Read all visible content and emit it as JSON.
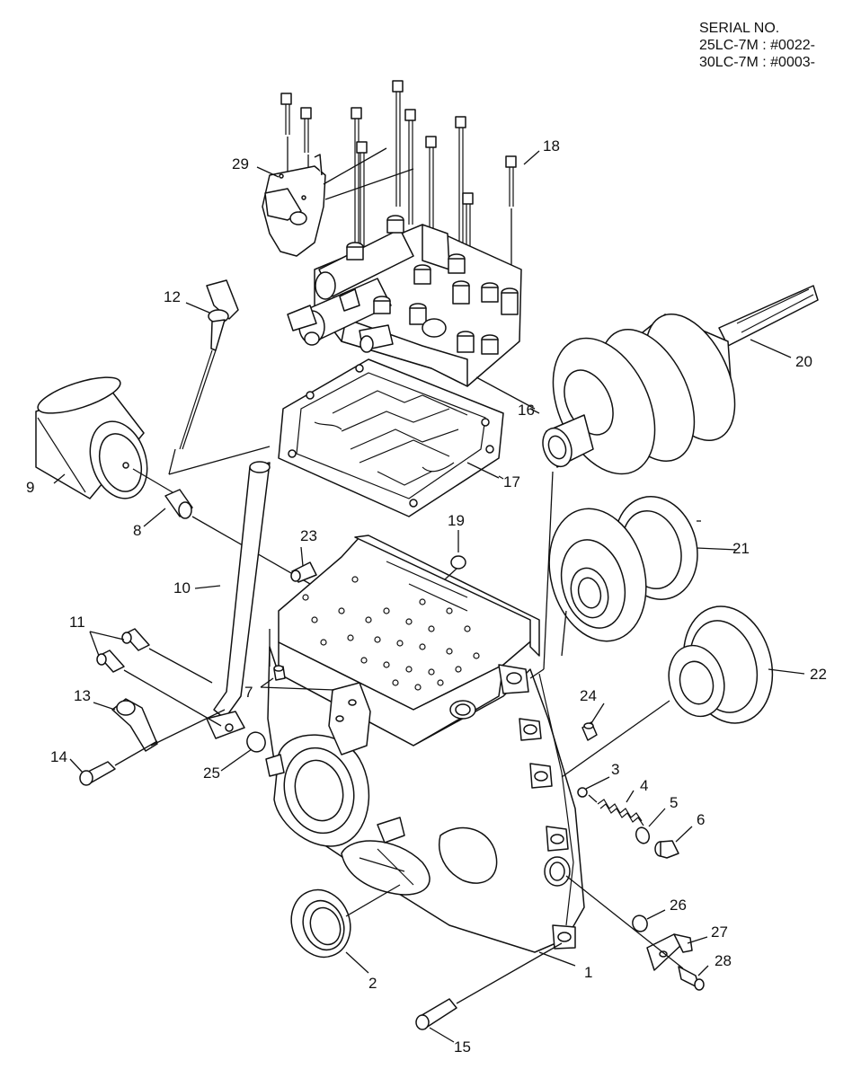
{
  "serial": {
    "title": "SERIAL NO.",
    "line1": "25LC-7M : #0022-",
    "line2": "30LC-7M : #0003-"
  },
  "callouts": {
    "c1": "1",
    "c2": "2",
    "c3": "3",
    "c4": "4",
    "c5": "5",
    "c6": "6",
    "c7": "7",
    "c8": "8",
    "c9": "9",
    "c10": "10",
    "c11": "11",
    "c12": "12",
    "c13": "13",
    "c14": "14",
    "c15": "15",
    "c16": "16",
    "c17": "17",
    "c18": "18",
    "c19": "19",
    "c20": "20",
    "c21": "21",
    "c22": "22",
    "c23": "23",
    "c24": "24",
    "c25": "25",
    "c26": "26",
    "c27": "27",
    "c28": "28",
    "c29": "29"
  }
}
